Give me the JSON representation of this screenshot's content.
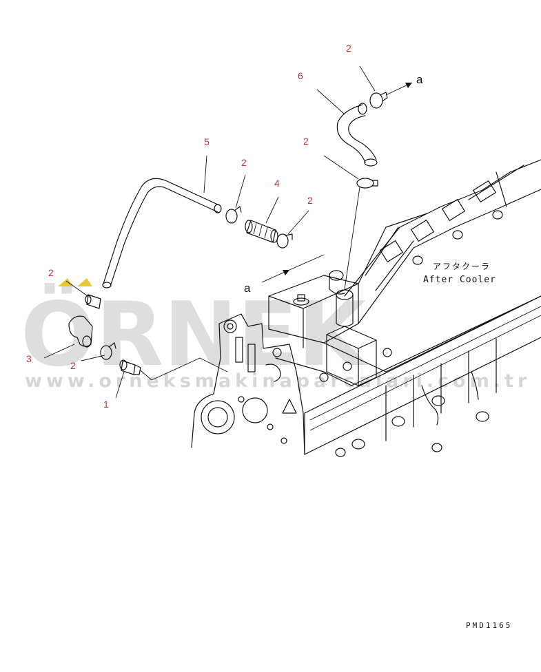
{
  "diagram": {
    "callouts": [
      {
        "id": "c1",
        "label": "1"
      },
      {
        "id": "c2a",
        "label": "2"
      },
      {
        "id": "c2b",
        "label": "2"
      },
      {
        "id": "c2c",
        "label": "2"
      },
      {
        "id": "c2d",
        "label": "2"
      },
      {
        "id": "c2e",
        "label": "2"
      },
      {
        "id": "c2f",
        "label": "2"
      },
      {
        "id": "c3",
        "label": "3"
      },
      {
        "id": "c4",
        "label": "4"
      },
      {
        "id": "c5",
        "label": "5"
      },
      {
        "id": "c6",
        "label": "6"
      }
    ],
    "connection_refs": [
      {
        "id": "ref-top",
        "label": "a"
      },
      {
        "id": "ref-mid",
        "label": "a"
      }
    ],
    "component_label_jp": "アフタクーラ",
    "component_label_en": "After Cooler",
    "drawing_code": "PMD1165"
  },
  "watermark": {
    "logo_text": "ÖRNEK",
    "url_text": "www.orneksmakinaparcalari.com.tr"
  },
  "colors": {
    "callout": "#c8322a",
    "line": "#111111",
    "watermark": "#8a8a8a",
    "logo_accent": "#e8c63a"
  }
}
